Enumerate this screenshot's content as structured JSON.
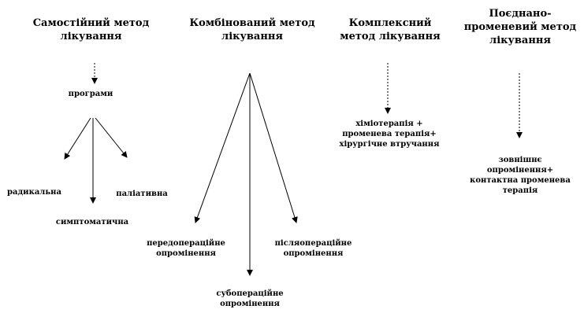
{
  "methods": {
    "independent": {
      "title_line1": "Самостійний метод",
      "title_line2": "лікування",
      "program": "програми",
      "radical": "радикальна",
      "symptomatic": "симптоматична",
      "palliative": "паліативна"
    },
    "combined": {
      "title_line1": "Комбінований метод",
      "title_line2": "лікування",
      "preop_line1": "передопераційне",
      "preop_line2": "опромінення",
      "intraop_line1": "субопераційне",
      "intraop_line2": "опромінення",
      "postop_line1": "післяопераційне",
      "postop_line2": "опромінення"
    },
    "complex": {
      "title_line1": "Комплексний",
      "title_line2": "метод лікування",
      "desc_line1": "хіміотерапія +",
      "desc_line2": "променева  терапія+",
      "desc_line3": "хірургічне  втручання"
    },
    "joint_radiation": {
      "title_line1": "Поєднано-",
      "title_line2": "променевий метод",
      "title_line3": "лікування",
      "desc_line1": "зовнішнє",
      "desc_line2": "опромінення+",
      "desc_line3": "контактна  променева",
      "desc_line4": "терапія"
    }
  }
}
